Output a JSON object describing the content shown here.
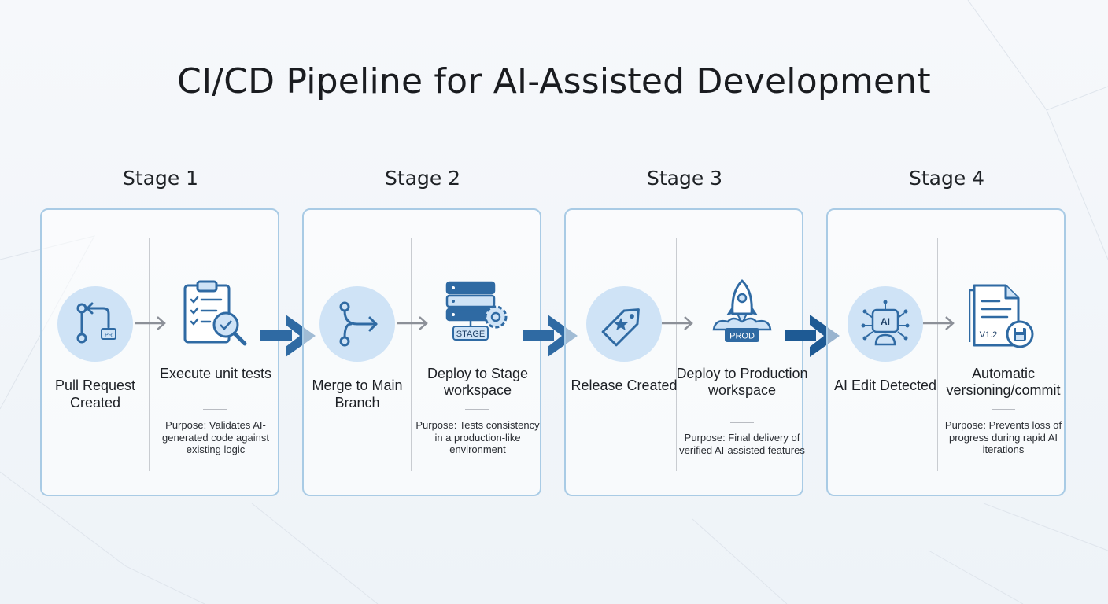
{
  "title": "CI/CD Pipeline for AI-Assisted Development",
  "stages": [
    {
      "label": "Stage 1",
      "trigger": "Pull Request Created",
      "trigger_icon": "pull-request-icon",
      "action": "Execute unit tests",
      "action_icon": "clipboard-check-icon",
      "purpose": "Purpose: Validates AI-generated code against existing logic"
    },
    {
      "label": "Stage 2",
      "trigger": "Merge to Main Branch",
      "trigger_icon": "merge-icon",
      "action": "Deploy to Stage workspace",
      "action_icon": "server-gear-icon",
      "action_badge": "STAGE",
      "purpose": "Purpose: Tests consistency in a production-like environment"
    },
    {
      "label": "Stage 3",
      "trigger": "Release Created",
      "trigger_icon": "release-tag-icon",
      "action": "Deploy to Production workspace",
      "action_icon": "rocket-icon",
      "action_badge": "PROD",
      "purpose": "Purpose: Final delivery of verified AI-assisted features"
    },
    {
      "label": "Stage 4",
      "trigger": "AI Edit Detected",
      "trigger_icon": "ai-robot-icon",
      "trigger_badge": "AI",
      "action": "Automatic versioning/commit",
      "action_icon": "document-save-icon",
      "action_badge": "V1.2",
      "purpose": "Purpose: Prevents loss of progress during rapid AI iterations"
    }
  ],
  "colors": {
    "primary": "#2f6aa3",
    "accent_light": "#cfe3f6",
    "border": "#a9cbe5",
    "arrow_dark": "#1e5a94"
  }
}
